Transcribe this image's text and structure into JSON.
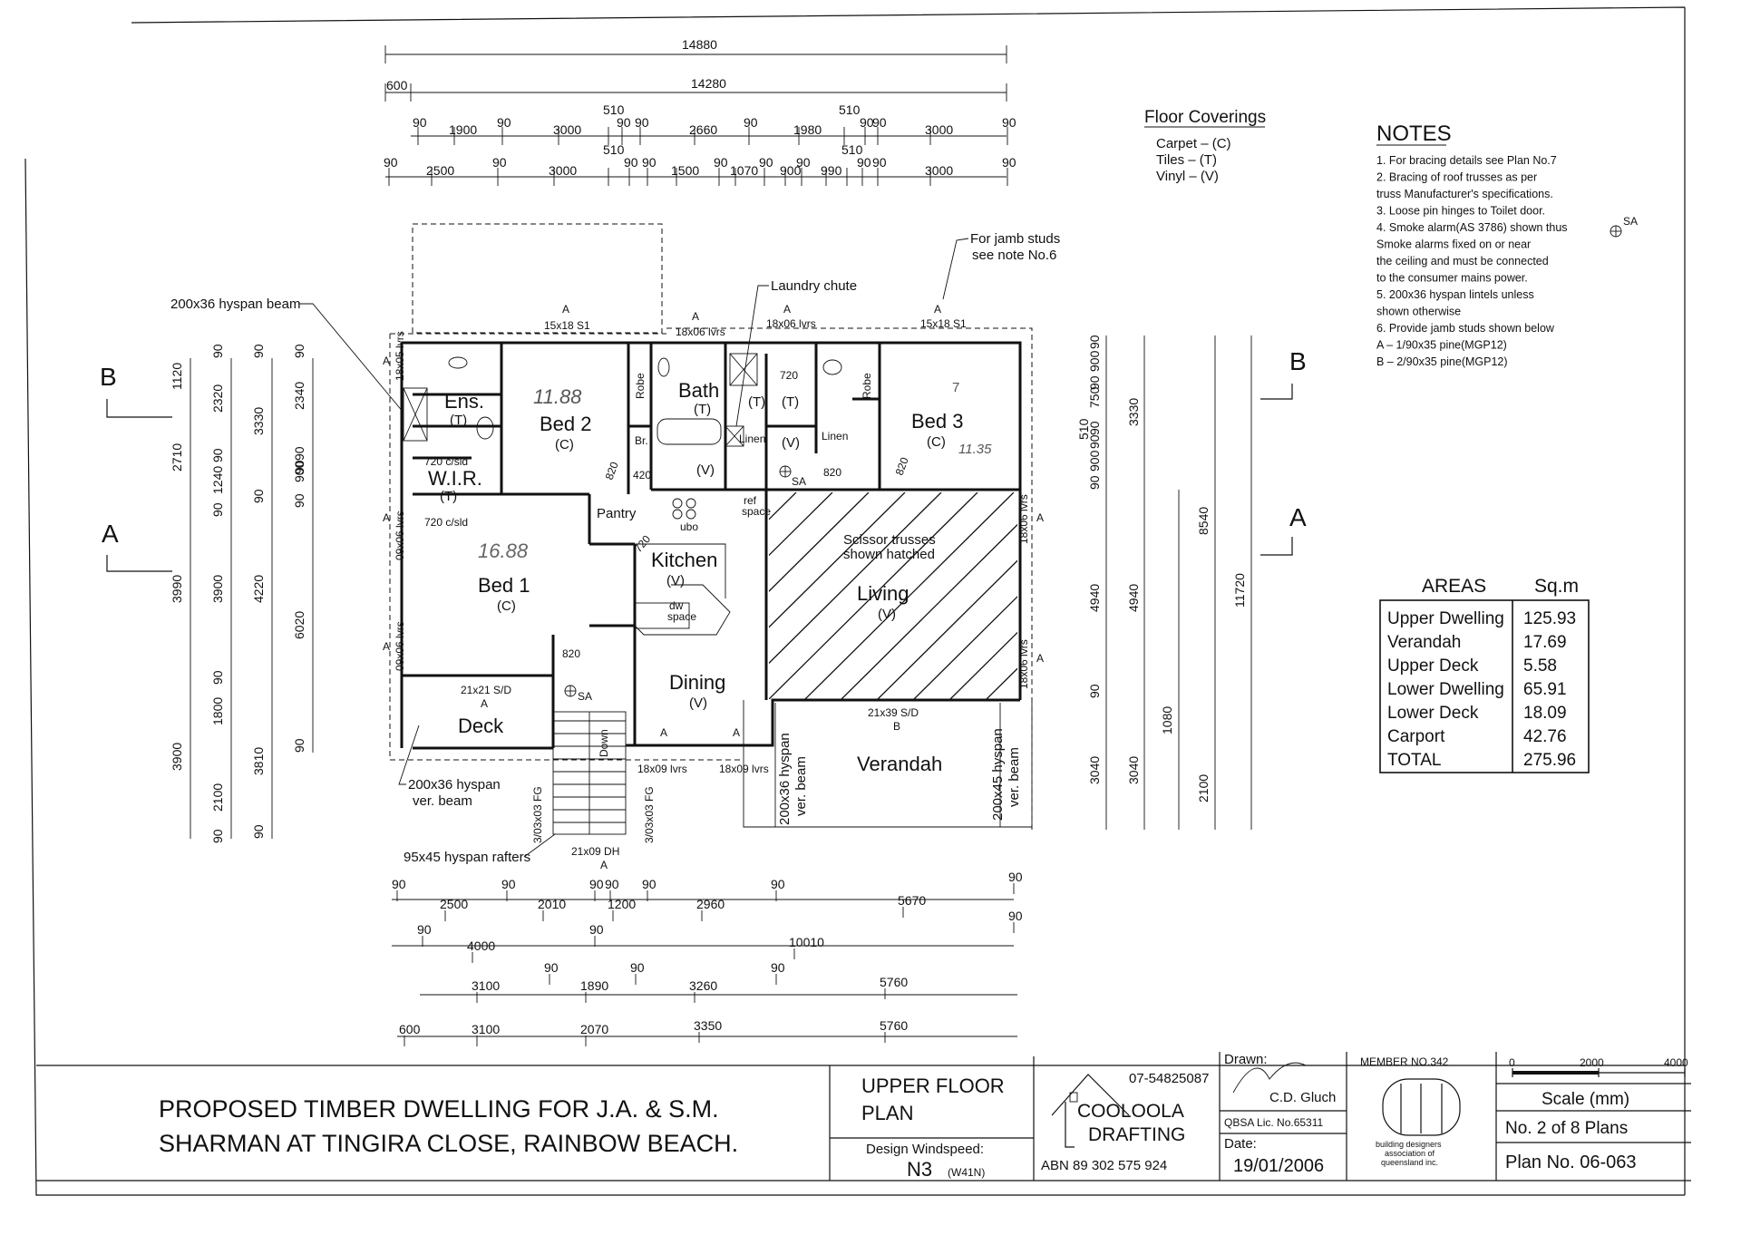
{
  "overall_dims": {
    "total_top": "14880",
    "inner_top": "14280",
    "overhang_left": "600",
    "row1": [
      "90",
      "1900",
      "90",
      "3000",
      "510",
      "90",
      "90",
      "2660",
      "90",
      "1980",
      "510",
      "90",
      "90",
      "3000",
      "90"
    ],
    "row2": [
      "90",
      "2500",
      "90",
      "3000",
      "510",
      "90",
      "90",
      "1500",
      "90",
      "1070",
      "90",
      "900",
      "90",
      "990",
      "510",
      "90",
      "90",
      "3000",
      "90"
    ],
    "bottom_row1": [
      "90",
      "2500",
      "90",
      "2010",
      "90",
      "90",
      "1200",
      "90",
      "2960",
      "90",
      "5670",
      "90"
    ],
    "bottom_row2": [
      "90",
      "4000",
      "90",
      "10010",
      "90"
    ],
    "bottom_row3": [
      "90",
      "3100",
      "1890",
      "90",
      "3260",
      "90",
      "5760"
    ],
    "bottom_row4": [
      "600",
      "3100",
      "2070",
      "3350",
      "5760"
    ],
    "left_outer": [
      "1120",
      "2710",
      "3990",
      "3900"
    ],
    "left_mid": [
      "90",
      "2320",
      "90",
      "1240",
      "90",
      "3900",
      "90",
      "1800",
      "2100",
      "90"
    ],
    "left_inner": [
      "90",
      "3330",
      "90",
      "4220",
      "3810",
      "90"
    ],
    "left_inner2": [
      "90",
      "2340",
      "90",
      "90",
      "900",
      "90",
      "6020",
      "90"
    ],
    "right_a": [
      "90",
      "900",
      "90",
      "750",
      "510",
      "90",
      "90",
      "900",
      "90",
      "4940",
      "90",
      "3040"
    ],
    "right_b": [
      "3330",
      "4940",
      "3040",
      "1080"
    ],
    "right_c": [
      "8540",
      "2100"
    ],
    "right_d": [
      "11720"
    ]
  },
  "rooms": {
    "ens": "Ens.",
    "ens_code": "(T)",
    "wir": "W.I.R.",
    "wir_code": "(T)",
    "bed2": "Bed 2",
    "bed2_code": "(C)",
    "bed2_hand": "11.88",
    "robe": "Robe",
    "br": "Br.",
    "bath": "Bath",
    "bath_code": "(T)",
    "linen": "Linen",
    "bed3": "Bed 3",
    "bed3_code": "(C)",
    "bed3_hand": "11.35",
    "bed3_hand2": "7",
    "pantry": "Pantry",
    "kitchen": "Kitchen",
    "kitchen_code": "(V)",
    "living": "Living",
    "living_code": "(V)",
    "bed1": "Bed 1",
    "bed1_code": "(C)",
    "bed1_hand": "16.88",
    "dining": "Dining",
    "dining_code": "(V)",
    "deck": "Deck",
    "verandah": "Verandah",
    "v_codes": [
      "(V)",
      "(V)",
      "(T)",
      "(T)"
    ],
    "down": "Down"
  },
  "labels": {
    "beam1": "200x36 hyspan beam",
    "laundry": "Laundry chute",
    "jamb": [
      "For jamb studs",
      "see note No.6"
    ],
    "window_a1": [
      "A",
      "15x18 S1"
    ],
    "window_a2": [
      "A",
      "18x06 lvrs"
    ],
    "window_a3": [
      "A",
      "18x06 lvrs"
    ],
    "window_a4": [
      "A",
      "15x18 S1"
    ],
    "c_sld_1": "720 c/sld",
    "c_sld_2": "720 c/sld",
    "door_720": "720",
    "door_820a": "820",
    "door_420": "420",
    "door_820b": "820",
    "door_820c": "820",
    "door_720k": "720",
    "door_820d": "820",
    "ubo": "ubo",
    "ref": [
      "ref",
      "space"
    ],
    "dw": [
      "dw",
      "space"
    ],
    "scissor": [
      "Scissor trusses",
      "shown hatched"
    ],
    "lvrs_18x05": "18x05 lvrs",
    "lvrs_09x06a": "09x06 lvrs",
    "lvrs_09x06b": "09x06 lvrs",
    "lvrs_18x06a": "18x06 lvrs",
    "lvrs_18x06b": "18x06 lvrs",
    "deck_door": [
      "21x21 S/D",
      "A"
    ],
    "ver_door": [
      "21x39 S/D",
      "B"
    ],
    "lvrs_18x09a": "18x09 lvrs",
    "lvrs_18x09b": "18x09 lvrs",
    "fg1": "3/03x03 FG",
    "fg2": "3/03x03 FG",
    "dh": [
      "21x09 DH",
      "A"
    ],
    "ver_beam1": [
      "200x36 hyspan",
      "ver. beam"
    ],
    "ver_beam2": [
      "200x45 hyspan",
      "ver. beam"
    ],
    "ver_beam3": [
      "200x36 hyspan",
      "ver. beam"
    ],
    "rafters": "95x45 hyspan rafters",
    "sa": "SA",
    "section_b": "B",
    "section_a": "A",
    "a_mark": "A"
  },
  "floor_coverings": {
    "title": "Floor Coverings",
    "items": [
      "Carpet – (C)",
      "Tiles – (T)",
      "Vinyl – (V)"
    ]
  },
  "notes": {
    "title": "NOTES",
    "lines": [
      "1. For bracing details see Plan No.7",
      "2. Bracing of roof trusses as per",
      "    truss Manufacturer's specifications.",
      "3. Loose pin hinges to Toilet door.",
      "4. Smoke alarm(AS 3786) shown thus",
      "    Smoke alarms fixed on or near",
      "    the ceiling and must be connected",
      "    to the consumer mains power.",
      "5. 200x36 hyspan lintels unless",
      "    shown otherwise",
      "6. Provide jamb studs shown below",
      "    A – 1/90x35 pine(MGP12)",
      "    B – 2/90x35 pine(MGP12)"
    ]
  },
  "areas": {
    "head_left": "AREAS",
    "head_right": "Sq.m",
    "rows": [
      {
        "name": "Upper Dwelling",
        "value": "125.93"
      },
      {
        "name": "Verandah",
        "value": "17.69"
      },
      {
        "name": "Upper Deck",
        "value": "5.58"
      },
      {
        "name": "Lower Dwelling",
        "value": "65.91"
      },
      {
        "name": "Lower Deck",
        "value": "18.09"
      },
      {
        "name": "Carport",
        "value": "42.76"
      },
      {
        "name": "TOTAL",
        "value": "275.96"
      }
    ]
  },
  "title_block": {
    "project_line1": "PROPOSED TIMBER DWELLING FOR J.A. & S.M.",
    "project_line2": "SHARMAN AT TINGIRA CLOSE, RAINBOW BEACH.",
    "sheet_title_1": "UPPER FLOOR",
    "sheet_title_2": "PLAN",
    "windspeed_label": "Design Windspeed:",
    "windspeed_value": "N3",
    "windspeed_sub": "(W41N)",
    "phone": "07-54825087",
    "company_1": "COOLOOLA",
    "company_2": "DRAFTING",
    "abn": "ABN 89 302 575 924",
    "drawn_label": "Drawn:",
    "drawn_by": "C.D. Gluch",
    "qbsa": "QBSA Lic. No.65311",
    "date_label": "Date:",
    "date_value": "19/01/2006",
    "member": "MEMBER NO.342",
    "assoc": [
      "building designers",
      "association of",
      "queensland inc."
    ],
    "scale_ticks": [
      "0",
      "2000",
      "4000"
    ],
    "scale_label": "Scale (mm)",
    "plan_count": "No. 2 of 8 Plans",
    "plan_no": "Plan No. 06-063"
  }
}
